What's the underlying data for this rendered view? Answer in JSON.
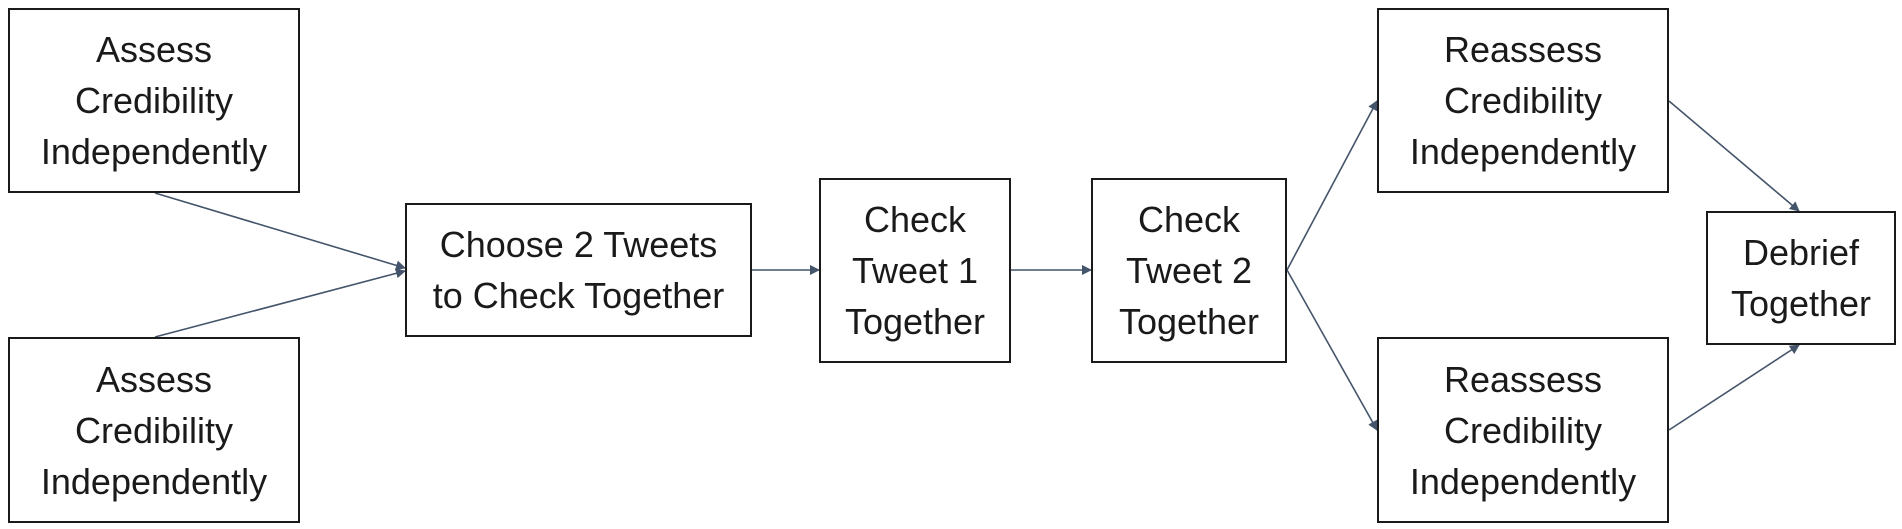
{
  "diagram": {
    "colors": {
      "box_border": "#1a1a1a",
      "text": "#1a1a1a",
      "arrow": "#44546a",
      "background": "#ffffff"
    },
    "nodes": {
      "assess_top": {
        "lines": [
          "Assess",
          "Credibility",
          "Independently"
        ]
      },
      "assess_bottom": {
        "lines": [
          "Assess",
          "Credibility",
          "Independently"
        ]
      },
      "choose": {
        "lines": [
          "Choose 2 Tweets",
          "to Check Together"
        ]
      },
      "check1": {
        "lines": [
          "Check",
          "Tweet 1",
          "Together"
        ]
      },
      "check2": {
        "lines": [
          "Check",
          "Tweet 2",
          "Together"
        ]
      },
      "reassess_top": {
        "lines": [
          "Reassess",
          "Credibility",
          "Independently"
        ]
      },
      "reassess_bottom": {
        "lines": [
          "Reassess",
          "Credibility",
          "Independently"
        ]
      },
      "debrief": {
        "lines": [
          "Debrief",
          "Together"
        ]
      }
    },
    "edges": [
      {
        "from": "assess_top",
        "to": "choose"
      },
      {
        "from": "assess_bottom",
        "to": "choose"
      },
      {
        "from": "choose",
        "to": "check1"
      },
      {
        "from": "check1",
        "to": "check2"
      },
      {
        "from": "check2",
        "to": "reassess_top"
      },
      {
        "from": "check2",
        "to": "reassess_bottom"
      },
      {
        "from": "reassess_top",
        "to": "debrief"
      },
      {
        "from": "reassess_bottom",
        "to": "debrief"
      }
    ]
  }
}
